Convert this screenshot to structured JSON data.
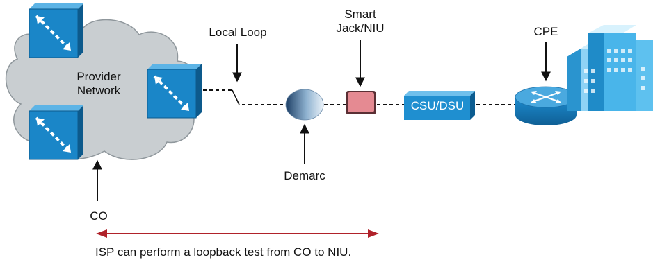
{
  "labels": {
    "provider_network": [
      "Provider",
      "Network"
    ],
    "local_loop": "Local Loop",
    "smart_jack": [
      "Smart",
      "Jack/NIU"
    ],
    "cpe": "CPE",
    "csu_dsu": "CSU/DSU",
    "demarc": "Demarc",
    "co": "CO",
    "loopback_note": "ISP can perform a loopback test from CO to NIU."
  },
  "colors": {
    "cloud_fill": "#c9ced1",
    "cloud_stroke": "#8f979c",
    "switch_face": "#1a86c8",
    "switch_side": "#0d5a8c",
    "csu_fill": "#1f8fd0",
    "niu_fill": "#e58a92",
    "router_top": "#4aa9df",
    "router_body": "#177fc0",
    "building": "#3fb0ea",
    "arrow_red": "#b0222a",
    "line": "#111111"
  },
  "icons": [
    "switch-icon",
    "demarc-icon",
    "niu-icon",
    "csu-dsu-icon",
    "router-icon",
    "building-icon",
    "cloud-icon"
  ]
}
